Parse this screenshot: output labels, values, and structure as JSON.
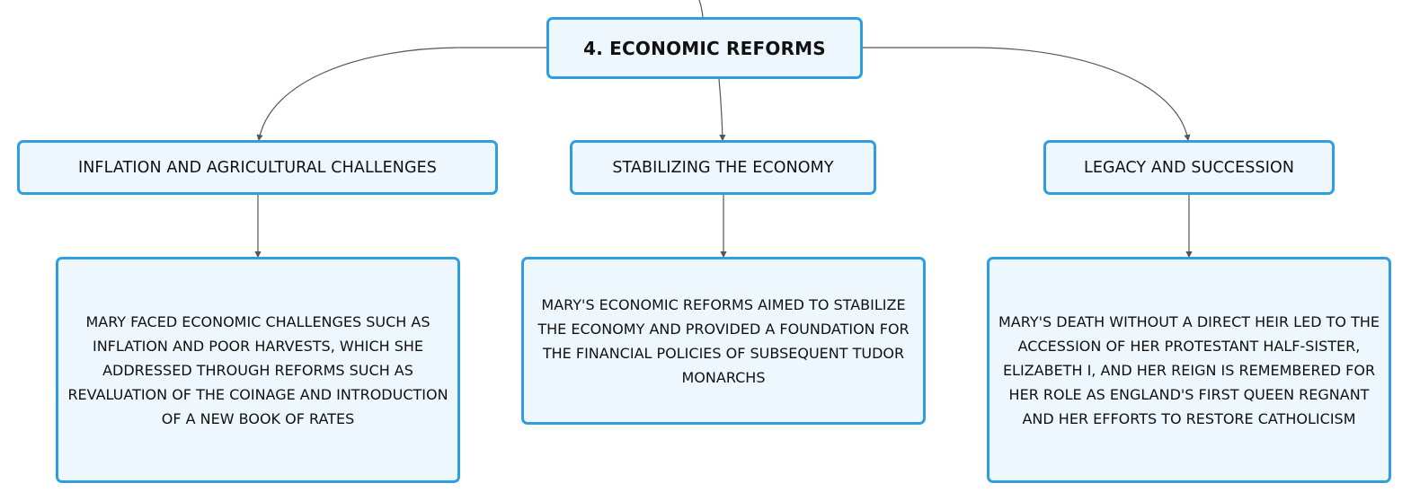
{
  "root": {
    "label": "4. ECONOMIC REFORMS"
  },
  "branches": [
    {
      "label": "INFLATION AND AGRICULTURAL CHALLENGES",
      "detail": "MARY FACED ECONOMIC CHALLENGES SUCH AS INFLATION AND POOR HARVESTS, WHICH SHE ADDRESSED THROUGH REFORMS SUCH AS REVALUATION OF THE COINAGE AND INTRODUCTION OF A NEW BOOK OF RATES"
    },
    {
      "label": "STABILIZING THE ECONOMY",
      "detail": "MARY'S ECONOMIC REFORMS AIMED TO STABILIZE THE ECONOMY AND PROVIDED A FOUNDATION FOR THE FINANCIAL POLICIES OF SUBSEQUENT TUDOR MONARCHS"
    },
    {
      "label": "LEGACY AND SUCCESSION",
      "detail": "MARY'S DEATH WITHOUT A DIRECT HEIR LED TO THE ACCESSION OF HER PROTESTANT HALF-SISTER, ELIZABETH I, AND HER REIGN IS REMEMBERED FOR HER ROLE AS ENGLAND'S FIRST QUEEN REGNANT AND HER EFFORTS TO RESTORE CATHOLICISM"
    }
  ],
  "colors": {
    "node_border": "#2f9ee0",
    "node_fill": "#eef7fd",
    "connector": "#555555",
    "text": "#111111"
  }
}
